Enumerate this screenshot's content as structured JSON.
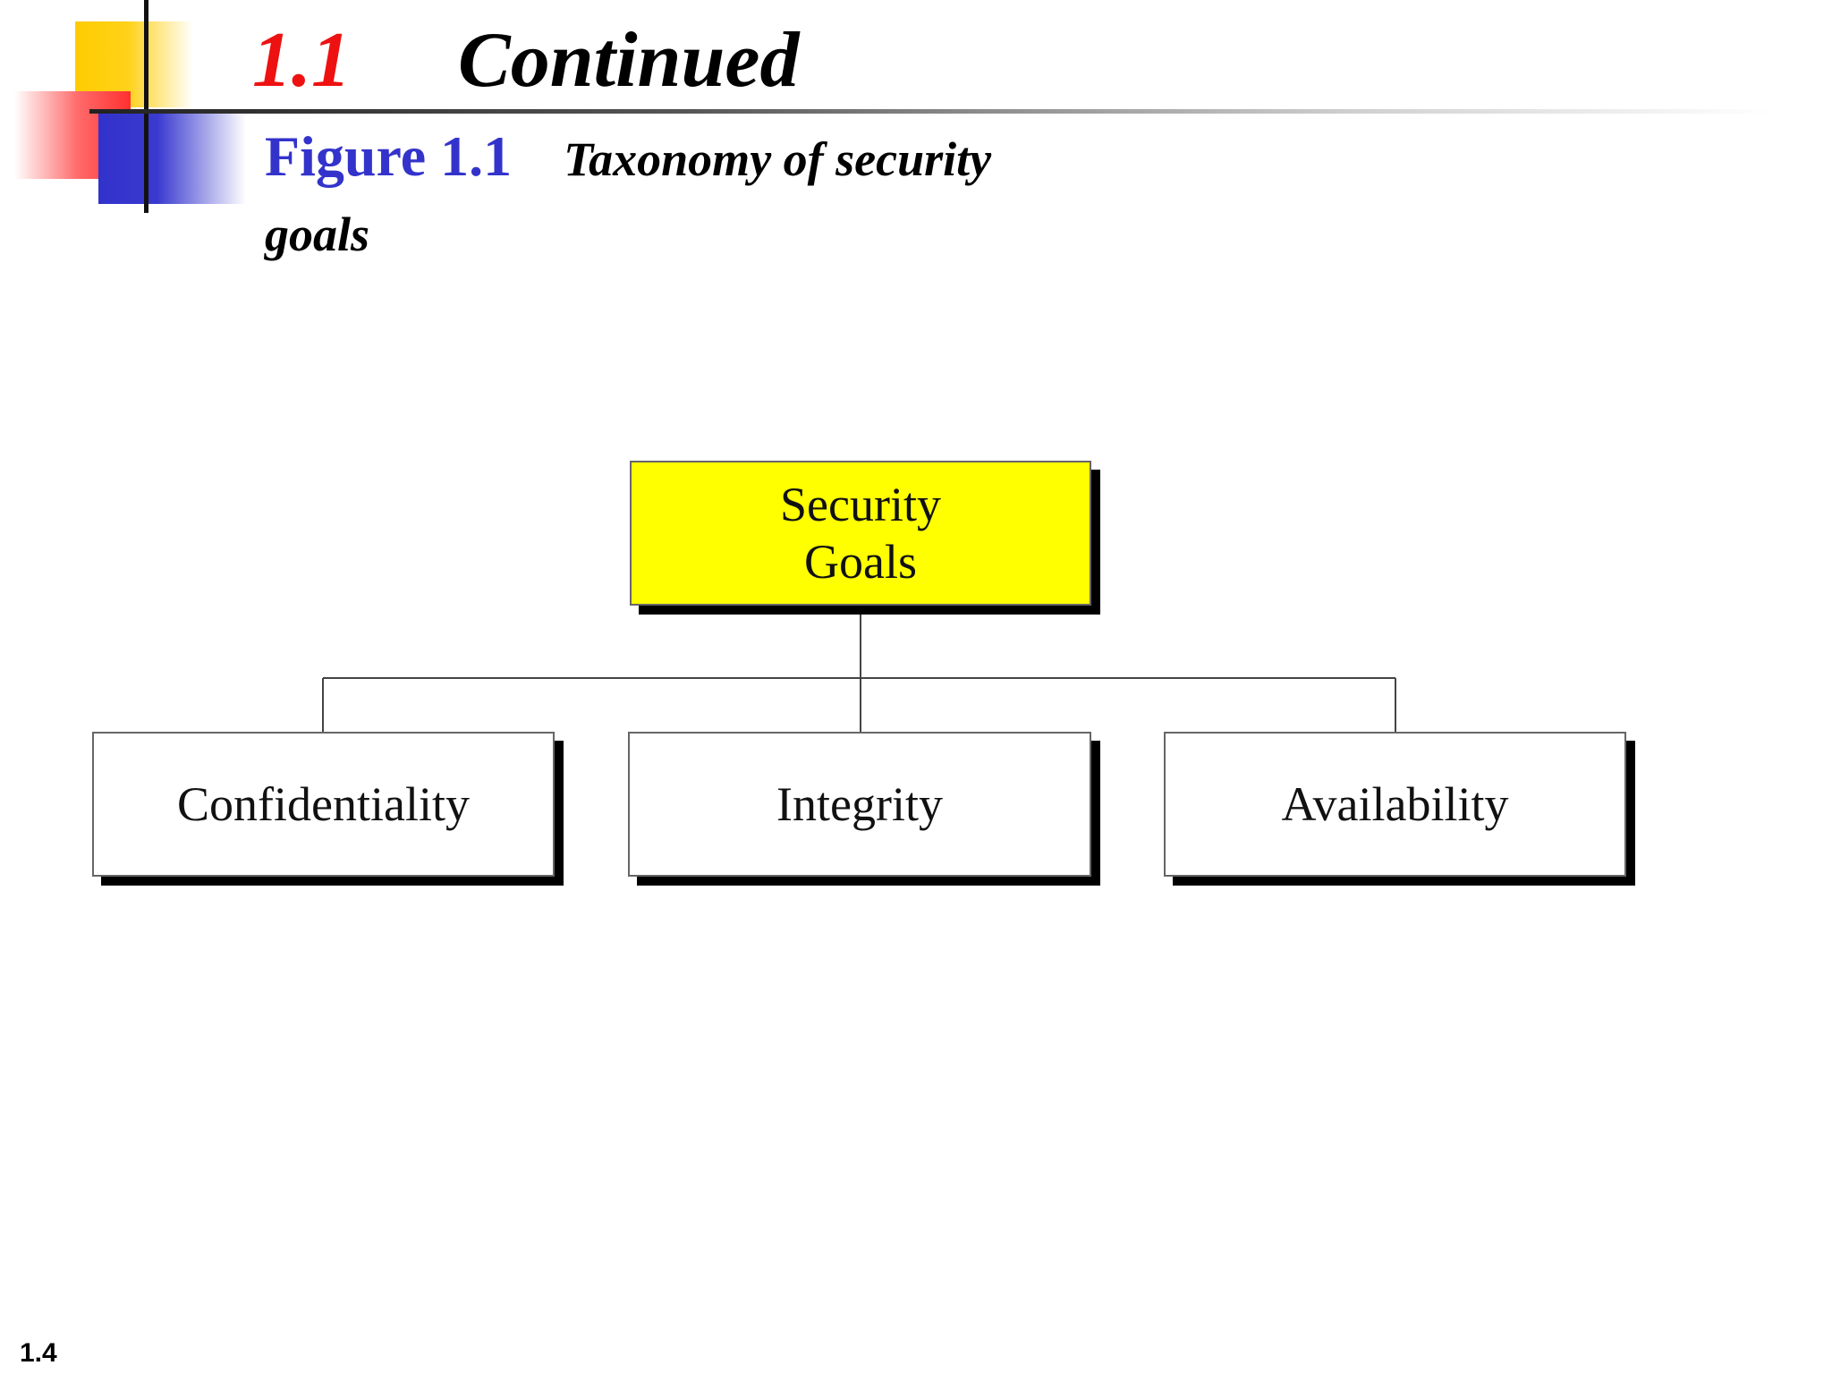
{
  "slide": {
    "section_number": "1.1",
    "title": "Continued",
    "figure_label": "Figure 1.1",
    "figure_caption": "Taxonomy of security goals",
    "slide_number": "1.4"
  },
  "diagram": {
    "root": {
      "line1": "Security",
      "line2": "Goals"
    },
    "children": [
      {
        "label": "Confidentiality"
      },
      {
        "label": "Integrity"
      },
      {
        "label": "Availability"
      }
    ]
  },
  "colors": {
    "root_fill": "#ffff00",
    "section_number": "#ee1111",
    "figure_label": "#3333cc"
  }
}
